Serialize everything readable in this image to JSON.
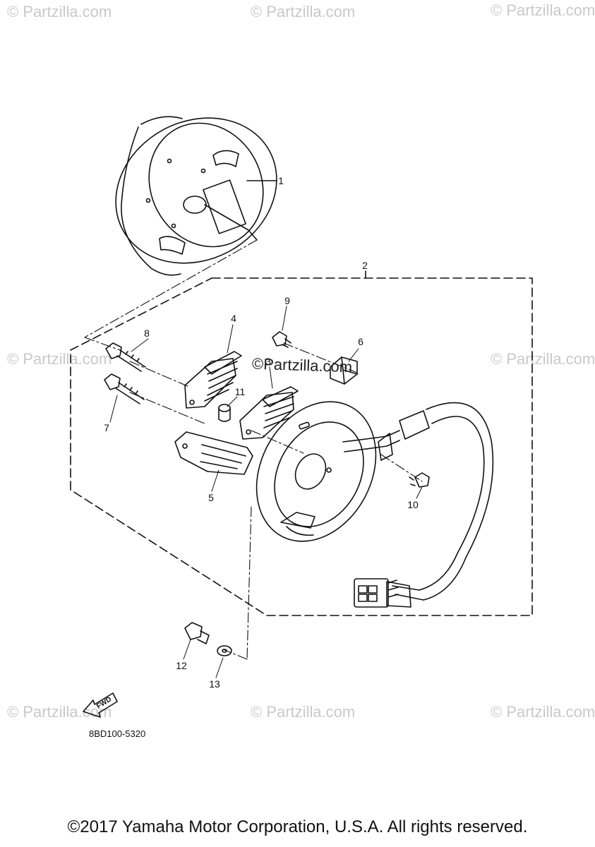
{
  "watermark": {
    "text": "© Partzilla.com",
    "center_text": "©Partzilla.com"
  },
  "callouts": [
    "1",
    "2",
    "3",
    "4",
    "5",
    "6",
    "7",
    "8",
    "9",
    "10",
    "11",
    "12",
    "13"
  ],
  "fwd_arrow": {
    "label": "FWD"
  },
  "diagram_code": "8BD100-5320",
  "copyright": "©2017 Yamaha Motor Corporation, U.S.A. All rights reserved.",
  "colors": {
    "ink": "#111111",
    "watermark": "#c9c9c9",
    "background": "#ffffff"
  }
}
